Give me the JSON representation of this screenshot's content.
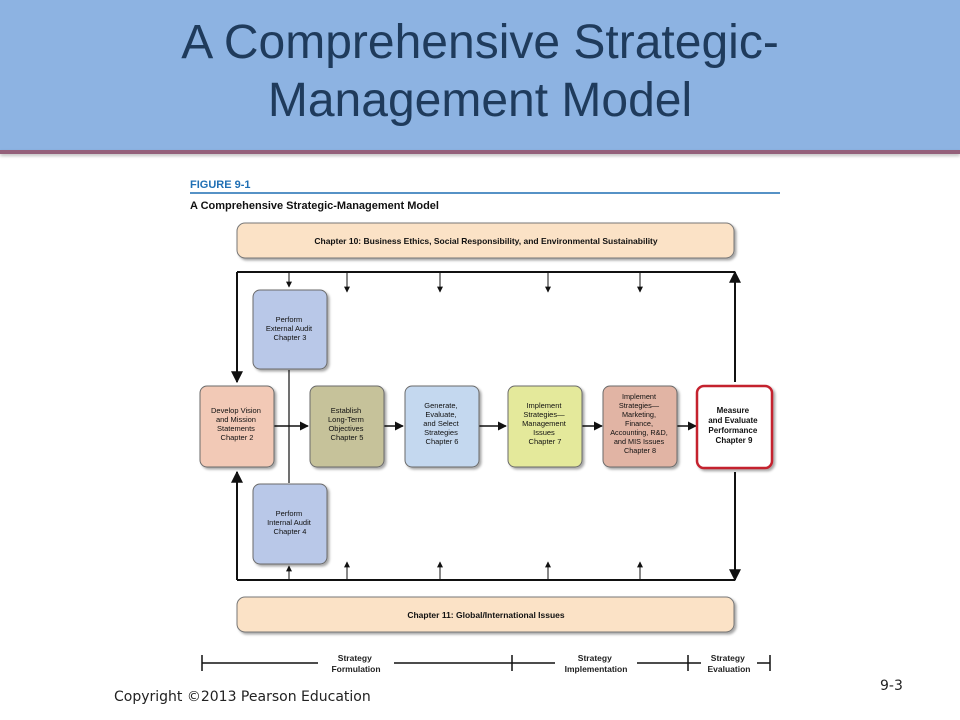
{
  "slide": {
    "title_line1": "A Comprehensive Strategic-",
    "title_line2": "Management Model",
    "copyright": "Copyright ©2013 Pearson Education",
    "page_number": "9-3"
  },
  "figure": {
    "label": "FIGURE 9-1",
    "caption": "A Comprehensive Strategic-Management Model",
    "top_banner": "Chapter 10: Business Ethics, Social Responsibility, and Environmental Sustainability",
    "bottom_banner": "Chapter 11:  Global/International Issues",
    "boxes": {
      "external_audit": [
        "Perform",
        "External Audit",
        "Chapter 3"
      ],
      "vision_mission": [
        "Develop Vision",
        "and Mission",
        "Statements",
        "Chapter 2"
      ],
      "objectives": [
        "Establish",
        "Long-Term",
        "Objectives",
        "Chapter 5"
      ],
      "generate_strategies": [
        "Generate,",
        "Evaluate,",
        "and Select",
        "Strategies",
        "Chapter 6"
      ],
      "implement_management": [
        "Implement",
        "Strategies—",
        "Management",
        "Issues",
        "Chapter 7"
      ],
      "implement_marketing": [
        "Implement",
        "Strategies—",
        "Marketing,",
        "Finance,",
        "Accounting, R&D,",
        "and MIS Issues",
        "Chapter 8"
      ],
      "measure_evaluate": [
        "Measure",
        "and Evaluate",
        "Performance",
        "Chapter 9"
      ],
      "internal_audit": [
        "Perform",
        "Internal Audit",
        "Chapter 4"
      ]
    },
    "stages": {
      "formulation": [
        "Strategy",
        "Formulation"
      ],
      "implementation": [
        "Strategy",
        "Implementation"
      ],
      "evaluation": [
        "Strategy",
        "Evaluation"
      ]
    },
    "colors": {
      "banner_fill": "#fbe2c6",
      "external_audit": "#b9c8e8",
      "vision_mission": "#f2c9b6",
      "objectives": "#c6c29a",
      "generate_strategies": "#c4d8ef",
      "implement_management": "#e4e99b",
      "implement_marketing": "#e1b4a4",
      "measure_evaluate_border": "#c4202f",
      "figure_label": "#1f6fb4"
    }
  }
}
